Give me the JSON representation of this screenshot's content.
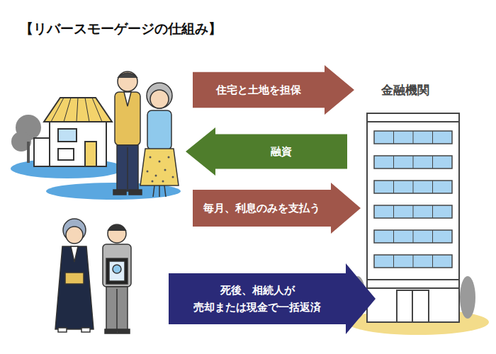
{
  "diagram": {
    "title": "【リバースモーゲージの仕組み】",
    "nodes": [
      {
        "text": [
          "住宅と土地を担保"
        ]
      },
      {
        "text": [
          "融資"
        ]
      },
      {
        "text": [
          "毎月、利息のみを支払う"
        ]
      },
      {
        "text": [
          "死後、相続人が 売却または現金で一括返済"
        ]
      }
    ],
    "labels": [
      "金融機関"
    ]
  }
}
